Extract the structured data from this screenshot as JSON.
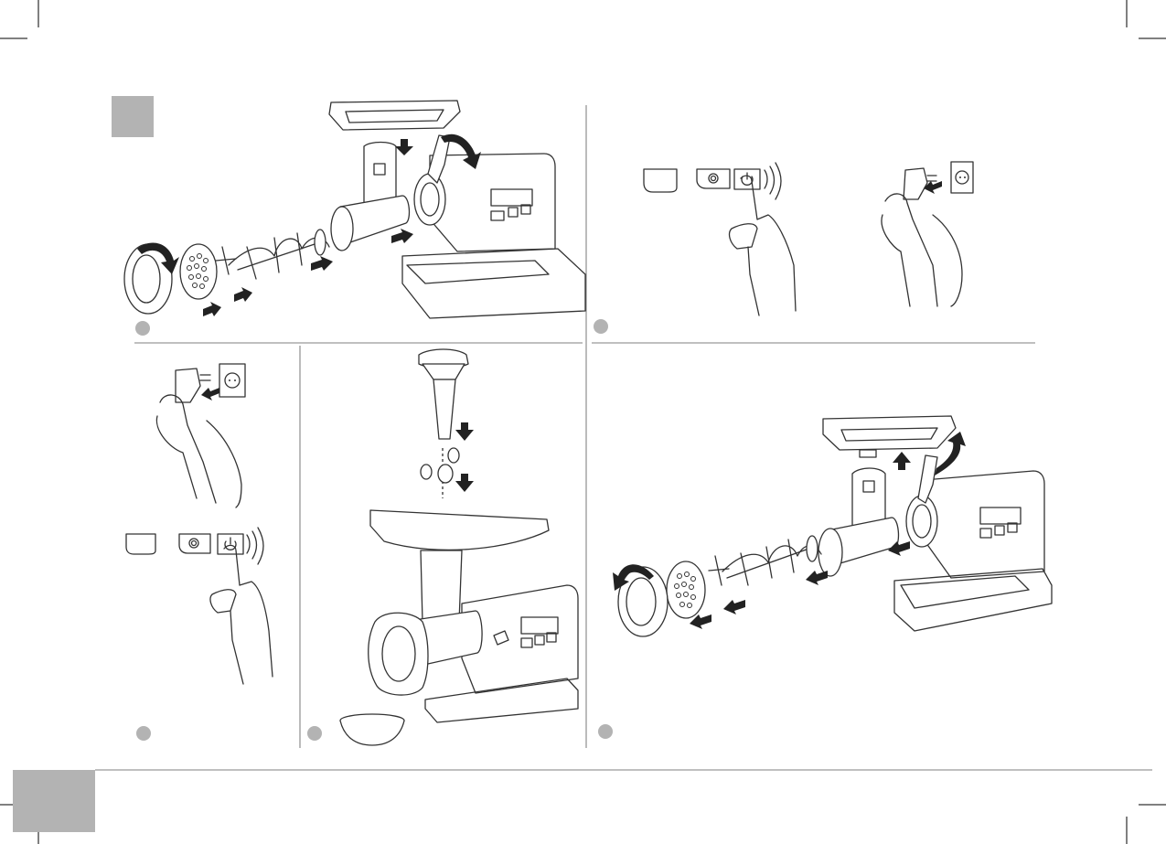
{
  "page": {
    "section_tab_label": "",
    "footer_tab_label": ""
  },
  "panels": [
    {
      "id": "assembly",
      "step_label": ""
    },
    {
      "id": "switch-on",
      "step_label": ""
    },
    {
      "id": "plug-in",
      "step_label": ""
    },
    {
      "id": "sausage-attachment",
      "step_label": ""
    },
    {
      "id": "disassembly",
      "step_label": ""
    }
  ],
  "colors": {
    "line": "#333333",
    "tab_grey": "#b3b3b3",
    "divider": "#555555"
  },
  "icons": [
    "power-button-icon",
    "reverse-button-icon",
    "blank-button-icon",
    "wall-socket-icon",
    "plug-icon",
    "hand-icon",
    "arrow-icon",
    "step-badge-icon"
  ]
}
